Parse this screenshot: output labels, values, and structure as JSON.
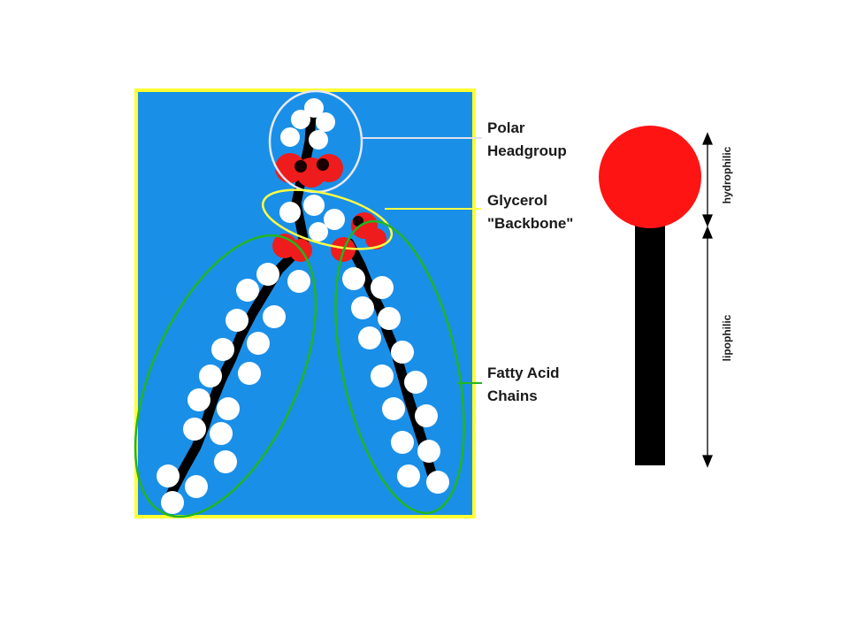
{
  "labels": {
    "headgroup_line1": "Polar",
    "headgroup_line2": "Headgroup",
    "glycerol_line1": "Glycerol",
    "glycerol_line2": "\"Backbone\"",
    "chains_line1": "Fatty Acid",
    "chains_line2": "Chains",
    "hydrophilic": "hydrophilic",
    "lipophilic": "lipophilic"
  },
  "colors": {
    "panel_background": "#1a8fe8",
    "panel_border": "#ffff33",
    "headgroup_atoms": "#ee1c1c",
    "hydrogen_atoms": "#ffffff",
    "bonds": "#000000",
    "headgroup_outline": "#e8e8f4",
    "glycerol_outline": "#ffff44",
    "chain_outline": "#22b522",
    "symbol_head": "#ff1414",
    "symbol_tail": "#000000"
  }
}
